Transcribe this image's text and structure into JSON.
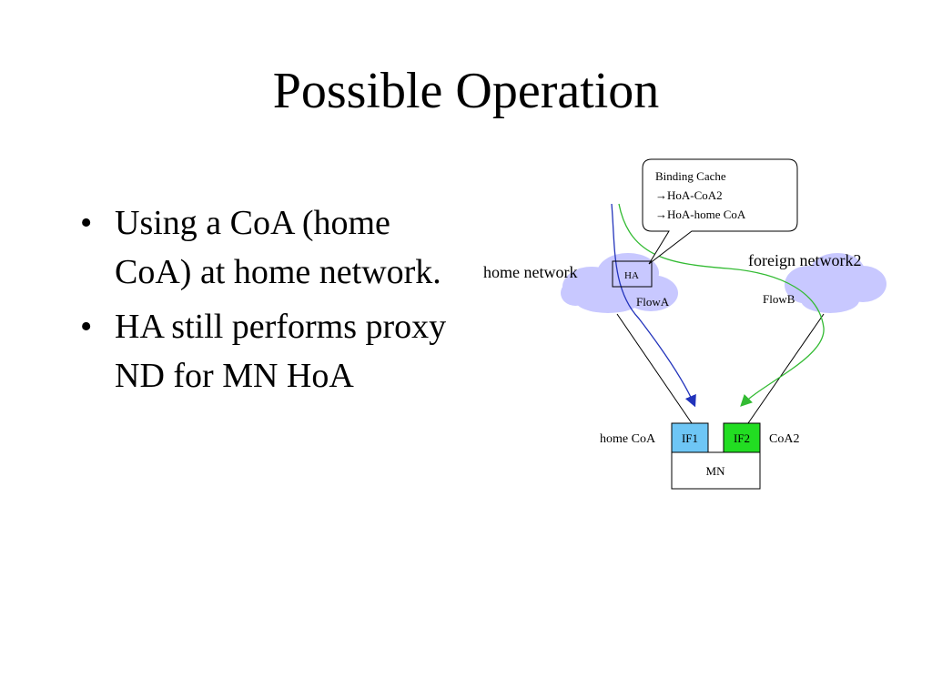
{
  "slide": {
    "title": "Possible Operation",
    "bullets": [
      {
        "marker": "•",
        "text": "Using a CoA (home CoA) at home network."
      },
      {
        "marker": "•",
        "text": "HA still performs proxy ND for MN HoA"
      }
    ]
  },
  "diagram": {
    "callout": {
      "heading": "Binding Cache",
      "entries": [
        "→HoA-CoA2",
        "→HoA-home CoA"
      ]
    },
    "home_network": {
      "label": "home network",
      "agent": "HA",
      "flow": "FlowA"
    },
    "foreign_network": {
      "label": "foreign network2",
      "flow": "FlowB"
    },
    "mobile_node": {
      "label": "MN",
      "if1": "IF1",
      "if2": "IF2",
      "if1_address": "home CoA",
      "if2_address": "CoA2"
    },
    "colors": {
      "cloud": "#c8c8ff",
      "if1_fill": "#6ec6f5",
      "if2_fill": "#22dd22",
      "flow_a_arrow": "#2233bb",
      "flow_b_arrow": "#33bb33"
    }
  }
}
